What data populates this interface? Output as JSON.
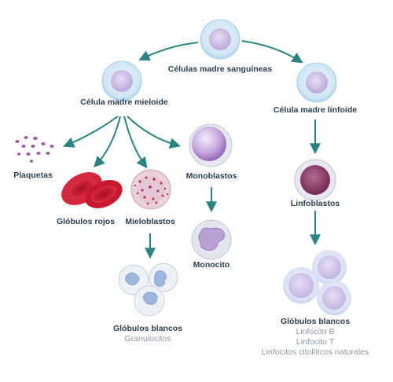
{
  "colors": {
    "arrow": "#2a8582",
    "label": "#2c3e4f",
    "sublabel": "#8c98a4",
    "stem_cell": "#b9d9ec",
    "stem_nucleus": "#c9b9e2",
    "platelet": "#a45aa8",
    "red_cell": "#c2182d",
    "monoblast": "#8e5bb0",
    "lymphoblast": "#7a2e57",
    "white_cell": "#cfd9f2"
  },
  "nodes": {
    "stem": {
      "label": "Células madre sanguíneas"
    },
    "myeloid": {
      "label": "Célula madre mieloide"
    },
    "lymphoid": {
      "label": "Célula madre linfoide"
    },
    "platelets": {
      "label": "Plaquetas"
    },
    "red_cells": {
      "label": "Glóbulos rojos"
    },
    "myeloblasts": {
      "label": "Mieloblastos"
    },
    "monoblasts": {
      "label": "Monoblastos"
    },
    "monocyte": {
      "label": "Monocito"
    },
    "lymphoblasts": {
      "label": "Linfoblastos"
    },
    "white_granulocytes": {
      "label": "Glóbulos blancos",
      "sublabel": "Granulocitos"
    },
    "white_lymphocytes": {
      "label": "Glóbulos blancos",
      "sublabels": [
        "Linfocito B",
        "Linfocito T",
        "Linfocitos citolíticos naturales"
      ]
    }
  }
}
